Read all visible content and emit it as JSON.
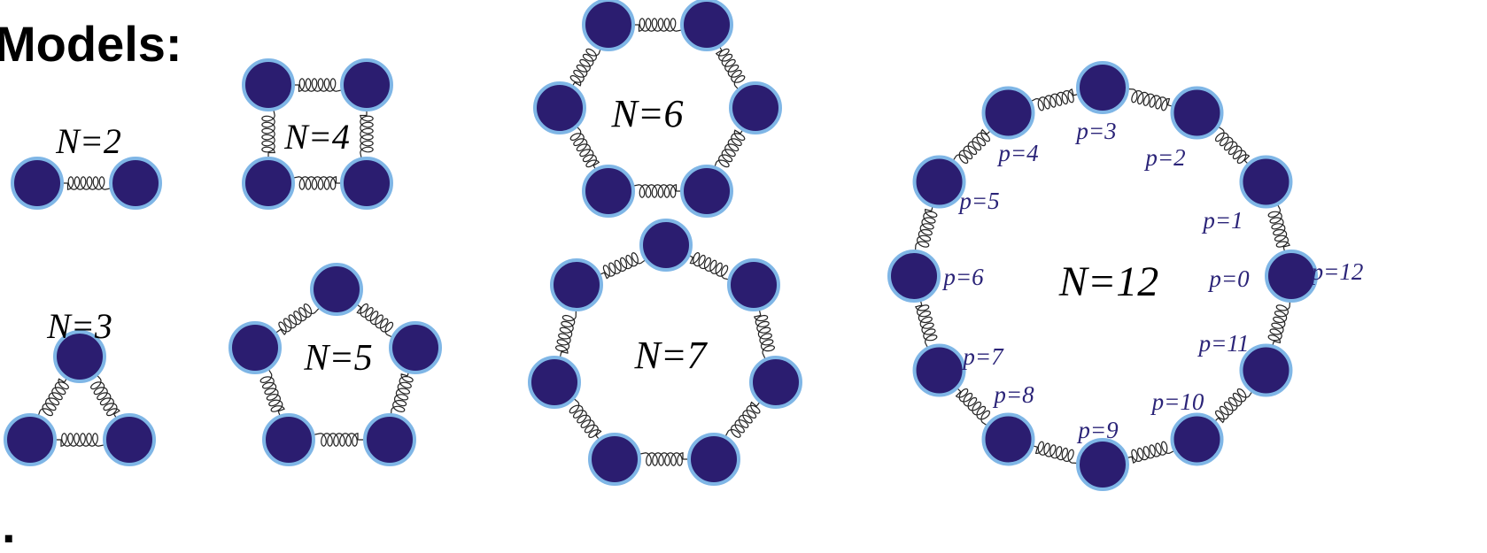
{
  "heading": "Models:",
  "stray_text": ".",
  "colors": {
    "mass_fill": "#2b1d70",
    "mass_stroke": "#7fb6e6",
    "spring": "#222222",
    "p_label": "#2b2478",
    "n_label": "#000000"
  },
  "models": [
    {
      "id": "n2",
      "n": 2,
      "label": "N=2",
      "p_labels": []
    },
    {
      "id": "n3",
      "n": 3,
      "label": "N=3",
      "p_labels": []
    },
    {
      "id": "n4",
      "n": 4,
      "label": "N=4",
      "p_labels": []
    },
    {
      "id": "n5",
      "n": 5,
      "label": "N=5",
      "p_labels": []
    },
    {
      "id": "n6",
      "n": 6,
      "label": "N=6",
      "p_labels": []
    },
    {
      "id": "n7",
      "n": 7,
      "label": "N=7",
      "p_labels": []
    },
    {
      "id": "n12",
      "n": 12,
      "label": "N=12",
      "p_labels": [
        "p=0",
        "p=1",
        "p=2",
        "p=3",
        "p=4",
        "p=5",
        "p=6",
        "p=7",
        "p=8",
        "p=9",
        "p=10",
        "p=11",
        "p=12"
      ]
    }
  ]
}
